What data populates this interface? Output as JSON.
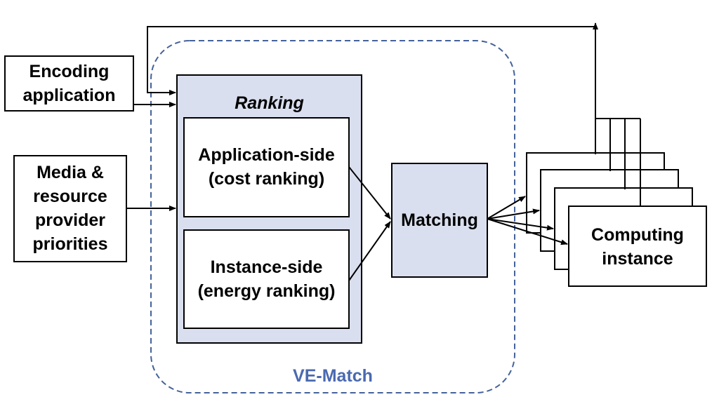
{
  "inputs": {
    "encoding_line1": "Encoding",
    "encoding_line2": "application",
    "priorities_line1": "Media &",
    "priorities_line2": "resource",
    "priorities_line3": "provider",
    "priorities_line4": "priorities"
  },
  "ranking": {
    "title": "Ranking",
    "app_side_line1": "Application-side",
    "app_side_line2": "(cost ranking)",
    "instance_side_line1": "Instance-side",
    "instance_side_line2": "(energy ranking)"
  },
  "matching": {
    "label": "Matching"
  },
  "instances": {
    "line1": "Computing",
    "line2": "instance"
  },
  "system": {
    "label": "VE-Match"
  },
  "colors": {
    "ranking_fill": "#dadfef",
    "matching_fill": "#dadfef",
    "dashed_border": "#44629a",
    "system_label": "#4a69b0",
    "line": "#000000"
  }
}
